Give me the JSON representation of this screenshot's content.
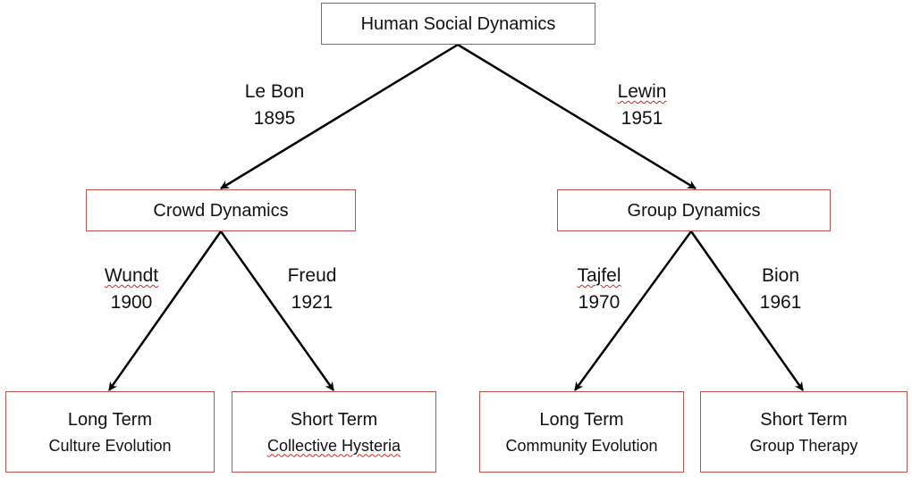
{
  "nodes": {
    "root": {
      "title": "Human Social Dynamics"
    },
    "crowd": {
      "title": "Crowd Dynamics"
    },
    "group": {
      "title": "Group Dynamics"
    },
    "crowd_long": {
      "title": "Long Term",
      "subtitle": "Culture Evolution"
    },
    "crowd_short": {
      "title": "Short Term",
      "subtitle": "Collective Hysteria"
    },
    "group_long": {
      "title": "Long Term",
      "subtitle": "Community Evolution"
    },
    "group_short": {
      "title": "Short Term",
      "subtitle": "Group Therapy"
    }
  },
  "edges": {
    "lebon": {
      "name": "Le Bon",
      "year": "1895"
    },
    "lewin": {
      "name": "Lewin",
      "year": "1951"
    },
    "wundt": {
      "name": "Wundt",
      "year": "1900"
    },
    "freud": {
      "name": "Freud",
      "year": "1921"
    },
    "tajfel": {
      "name": "Tajfel",
      "year": "1970"
    },
    "bion": {
      "name": "Bion",
      "year": "1961"
    }
  },
  "colors": {
    "box_border": "#c0504d",
    "arrow": "#000000",
    "spellcheck_underline": "#e02020"
  }
}
